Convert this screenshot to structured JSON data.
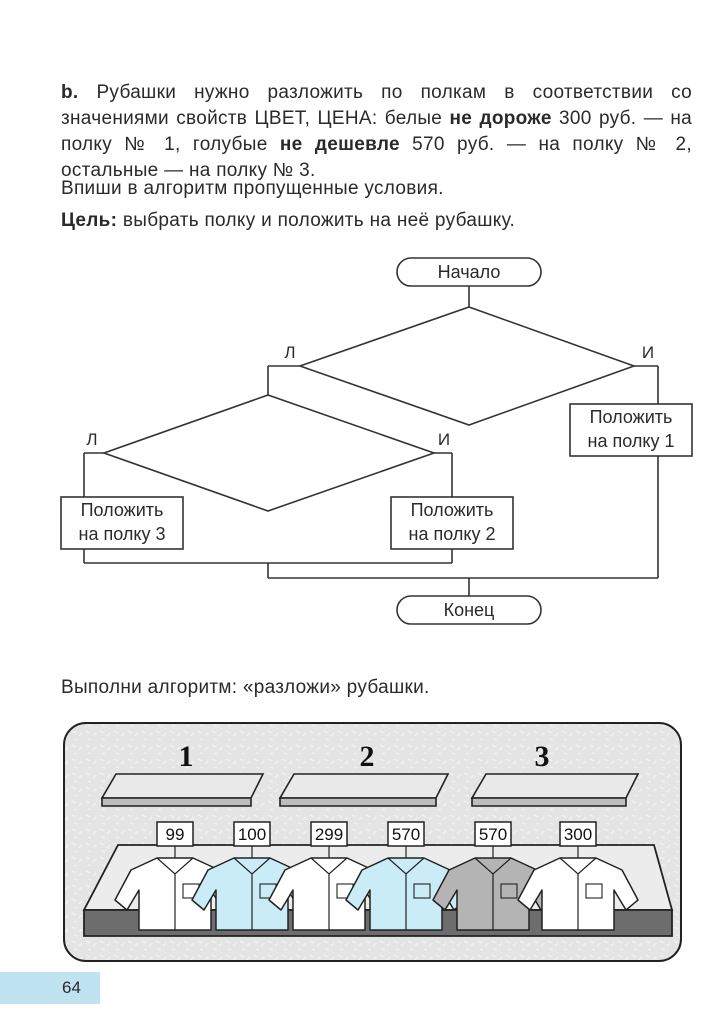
{
  "task": {
    "letter": "b.",
    "part1": " Рубашки нужно разложить по полкам в соответствии со значениями свойств ЦВЕТ, ЦЕНА: белые ",
    "bold1": "не дороже",
    "part2": " 300 руб. — на полку № 1, голубые ",
    "bold2": "не дешевле",
    "part3": " 570 руб. — на полку № 2, остальные — на полку № 3."
  },
  "instruction": "Впиши в алгоритм пропущенные условия.",
  "goal": {
    "label": "Цель:",
    "text": " выбрать полку и положить на неё рубашку."
  },
  "flowchart": {
    "start": "Начало",
    "end": "Конец",
    "false_label": "Л",
    "true_label": "И",
    "put_shelf1": [
      "Положить",
      "на полку 1"
    ],
    "put_shelf2": [
      "Положить",
      "на полку 2"
    ],
    "put_shelf3": [
      "Положить",
      "на полку 3"
    ]
  },
  "perform": "Выполни алгоритм: «разложи» рубашки.",
  "shelves": [
    "1",
    "2",
    "3"
  ],
  "shirts": [
    {
      "price": "99",
      "color": "#ffffff"
    },
    {
      "price": "100",
      "color": "#c9ecf6"
    },
    {
      "price": "299",
      "color": "#ffffff"
    },
    {
      "price": "570",
      "color": "#c9ecf6"
    },
    {
      "price": "570",
      "color": "#b4b4b4"
    },
    {
      "price": "300",
      "color": "#ffffff"
    }
  ],
  "page_number": "64",
  "colors": {
    "accent": "#bfe3f0",
    "panel": "#e4e4e4",
    "ink": "#2a2a2a"
  }
}
